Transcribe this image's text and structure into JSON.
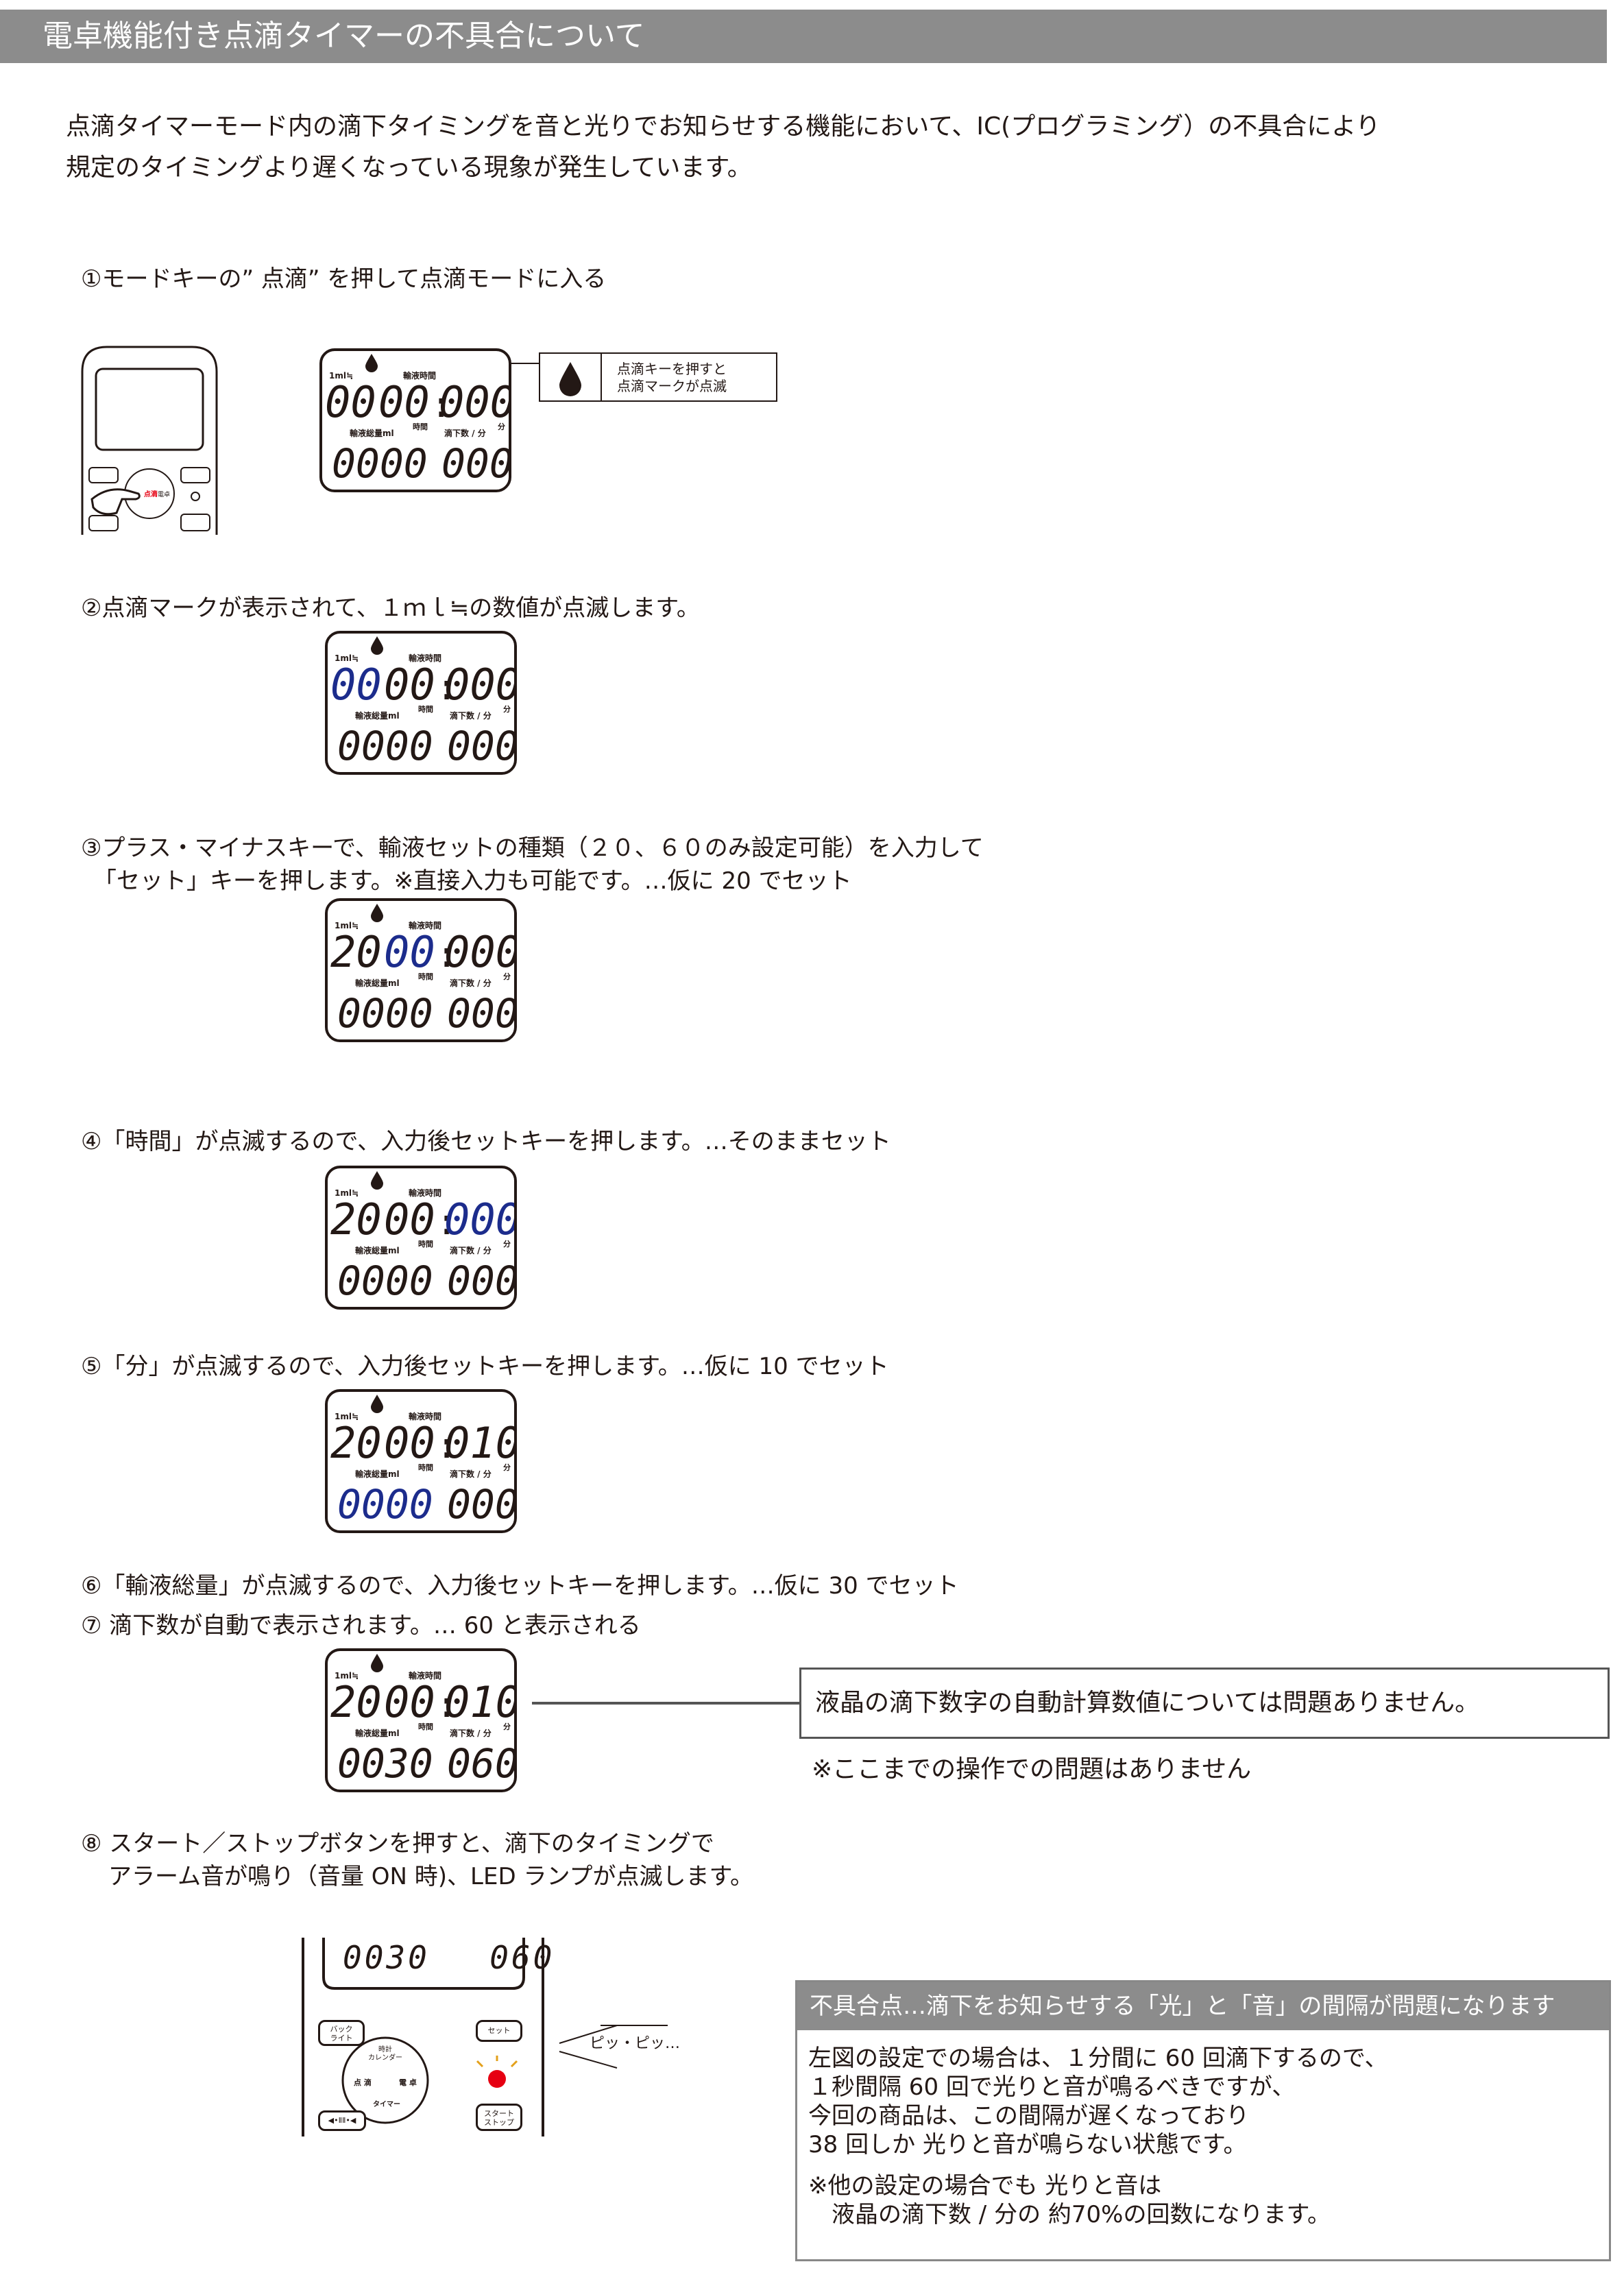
{
  "header": {
    "title": "電卓機能付き点滴タイマーの不具合について"
  },
  "intro": {
    "line1": "点滴タイマーモード内の滴下タイミングを音と光りでお知らせする機能において、IC(プログラミング）の不具合により",
    "line2": "規定のタイミングより遅くなっている現象が発生しています。"
  },
  "steps": {
    "s1": "①モードキーの” 点滴” を押して点滴モードに入る",
    "s2": "②点滴マークが表示されて、１ｍｌ≒の数値が点滅します。",
    "s3a": "③プラス・マイナスキーで、輸液セットの種類（２０、６０のみ設定可能）を入力して",
    "s3b": "「セット」キーを押します。※直接入力も可能です。…仮に 20 でセット",
    "s4": "④「時間」が点滅するので、入力後セットキーを押します。…そのままセット",
    "s5": "⑤「分」が点滅するので、入力後セットキーを押します。…仮に 10 でセット",
    "s6": "⑥「輸液総量」が点滅するので、入力後セットキーを押します。…仮に 30 でセット",
    "s7": "⑦ 滴下数が自動で表示されます。… 60 と表示される",
    "s8a": "⑧ スタート／ストップボタンを押すと、滴下のタイミングで",
    "s8b": "アラーム音が鳴り（音量 ON 時)、LED ランプが点滅します。"
  },
  "lcd_labels": {
    "ml": "1ml≒",
    "infusion_time": "輸液時間",
    "hours": "時間",
    "minutes": "分",
    "total": "輸液総量ml",
    "drops": "滴下数 / 分"
  },
  "lcd_screens": [
    {
      "ml": "00",
      "h": "00",
      "m": "000",
      "total": "0000",
      "drops": "000"
    },
    {
      "ml": "00",
      "h": "00",
      "m": "000",
      "total": "0000",
      "drops": "000"
    },
    {
      "ml": "20",
      "h": "00",
      "m": "000",
      "total": "0000",
      "drops": "000"
    },
    {
      "ml": "20",
      "h": "00",
      "m": "000",
      "total": "0000",
      "drops": "000"
    },
    {
      "ml": "20",
      "h": "00",
      "m": "010",
      "total": "0000",
      "drops": "000"
    },
    {
      "ml": "20",
      "h": "00",
      "m": "010",
      "total": "0030",
      "drops": "060"
    }
  ],
  "bottom_lcd": {
    "total": "0030",
    "drops": "060"
  },
  "drip_callout": {
    "line1": "点滴キーを押すと",
    "line2": "点滴マークが点滅"
  },
  "device_buttons": {
    "backlight": "バック\nライト",
    "set": "セット",
    "clock": "時計\nカレンダー",
    "drip": "点 滴",
    "calc": "電 卓",
    "timer": "タイマー",
    "start_stop": "スタート\nストップ",
    "volume": "◀•ⅡⅡ•◀"
  },
  "beep": "ピッ・ピッ…",
  "ok_note": "液晶の滴下数字の自動計算数値については問題ありません。",
  "ok_note2": "※ここまでの操作での問題はありません",
  "defect": {
    "title": "不具合点…滴下をお知らせする「光」と「音」の間隔が問題になります",
    "p1": "左図の設定での場合は、１分間に 60 回滴下するので、",
    "p2": "１秒間隔 60 回で光りと音が鳴るべきですが、",
    "p3": "今回の商品は、この間隔が遅くなっており",
    "p4": "38 回しか 光りと音が鳴らない状態です。",
    "p5": "※他の設定の場合でも 光りと音は",
    "p6": "液晶の滴下数 / 分の 約70%の回数になります。"
  },
  "colors": {
    "header_bg": "#8c8c8c",
    "blink_digits": "#1c2c8c",
    "blink_tick": "#e3a01b",
    "led": "#e60012"
  }
}
